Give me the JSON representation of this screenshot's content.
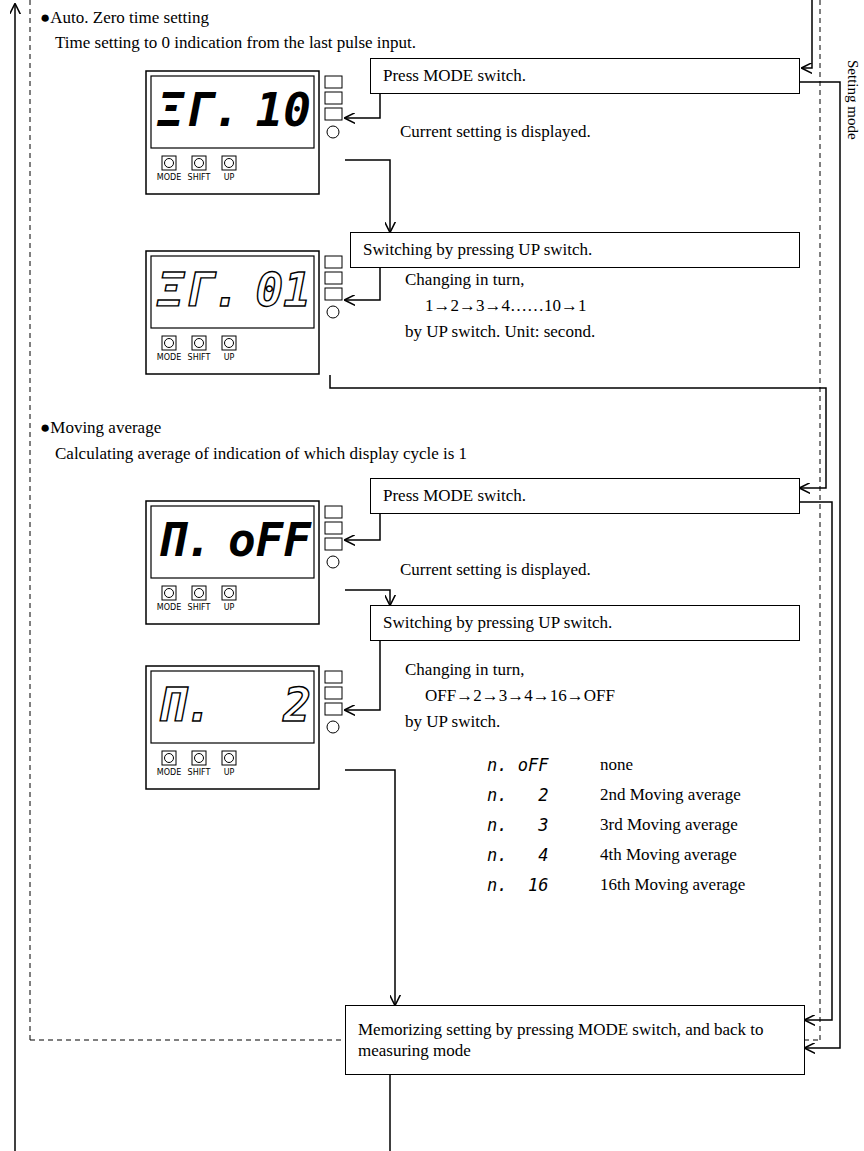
{
  "diagram": {
    "nodes": [
      {
        "text": [
          "Press MODE switch."
        ]
      },
      {
        "text": [
          "ΞΓ.",
          "10",
          "MODE",
          "SHIFT",
          "UP"
        ]
      },
      {
        "text": [
          "Switching by pressing UP switch."
        ]
      },
      {
        "text": [
          "ΞΓ.",
          "01",
          "MODE",
          "SHIFT",
          "UP"
        ]
      },
      {
        "text": [
          "Press MODE switch."
        ]
      },
      {
        "text": [
          "Π.",
          "oFF",
          "MODE",
          "SHIFT",
          "UP"
        ]
      },
      {
        "text": [
          "Switching by pressing UP switch."
        ]
      },
      {
        "text": [
          "Π.",
          "2",
          "MODE",
          "SHIFT",
          "UP"
        ]
      },
      {
        "text": [
          "Memorizing setting by pressing MODE switch, and back to measuring mode"
        ]
      }
    ],
    "edges": [
      {
        "from": 0,
        "to": 1,
        "arrow": "to"
      },
      {
        "from": 1,
        "to": 2,
        "arrow": "to"
      },
      {
        "from": 2,
        "to": 3,
        "arrow": "to"
      },
      {
        "from": 3,
        "to": 4,
        "arrow": "to"
      },
      {
        "from": 0,
        "to": 8,
        "arrow": "to"
      },
      {
        "from": 4,
        "to": 5,
        "arrow": "to"
      },
      {
        "from": 5,
        "to": 6,
        "arrow": "to"
      },
      {
        "from": 6,
        "to": 7,
        "arrow": "to"
      },
      {
        "from": 7,
        "to": 8,
        "arrow": "to"
      },
      {
        "from": 4,
        "to": 8,
        "arrow": "to"
      }
    ],
    "labels": [
      "●Auto. Zero time setting",
      "Time setting to 0 indication from the last pulse input.",
      "Current setting is displayed.",
      "Changing in turn,",
      "1→2→3→4……10→1",
      "by UP switch. Unit: second.",
      "Setting mode",
      "●Moving average",
      "Calculating average of indication of which display cycle is 1",
      "Current setting is displayed.",
      "Changing in turn,",
      "OFF→2→3→4→16→OFF",
      "by UP switch.",
      "n. oFF",
      "none",
      "n.   2",
      "2nd Moving average",
      "n.   3",
      "3rd Moving average",
      "n.   4",
      "4th Moving average",
      "n.  16",
      "16th Moving average"
    ]
  }
}
